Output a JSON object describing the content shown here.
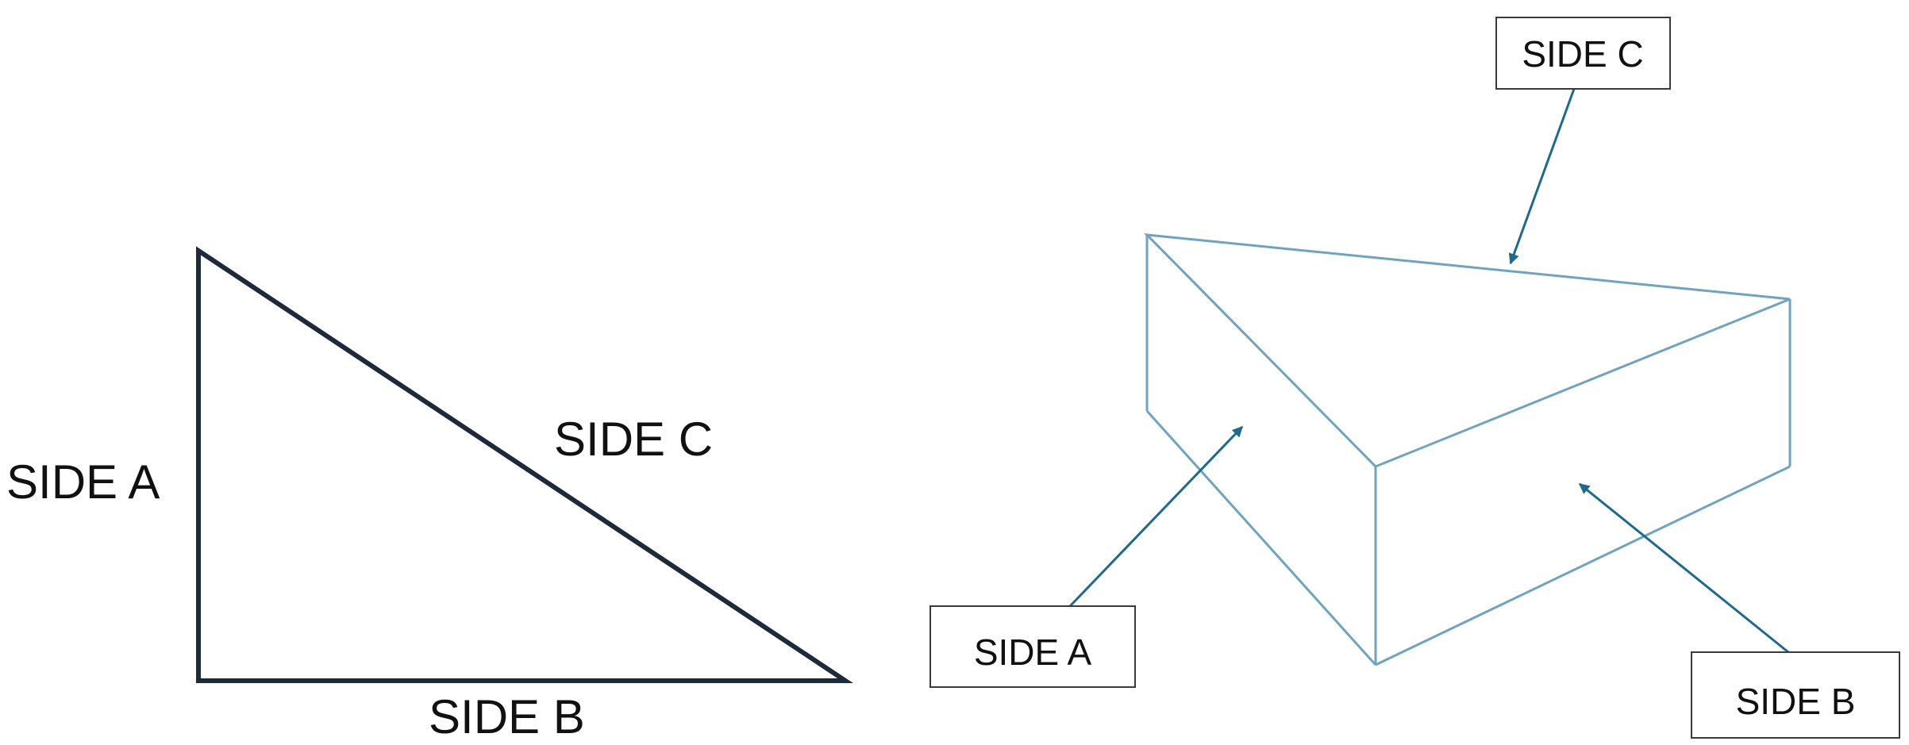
{
  "colors": {
    "triangle_stroke": "#1c2a3a",
    "prism_stroke": "#6fa3bf",
    "arrow_color": "#1f6a8c",
    "text": "#111111",
    "box_border": "#3a3a3a"
  },
  "triangle_2d": {
    "side_a_label": "SIDE A",
    "side_b_label": "SIDE B",
    "side_c_label": "SIDE C"
  },
  "prism_3d": {
    "side_a_callout": "SIDE A",
    "side_b_callout": "SIDE B",
    "side_c_callout": "SIDE C"
  }
}
